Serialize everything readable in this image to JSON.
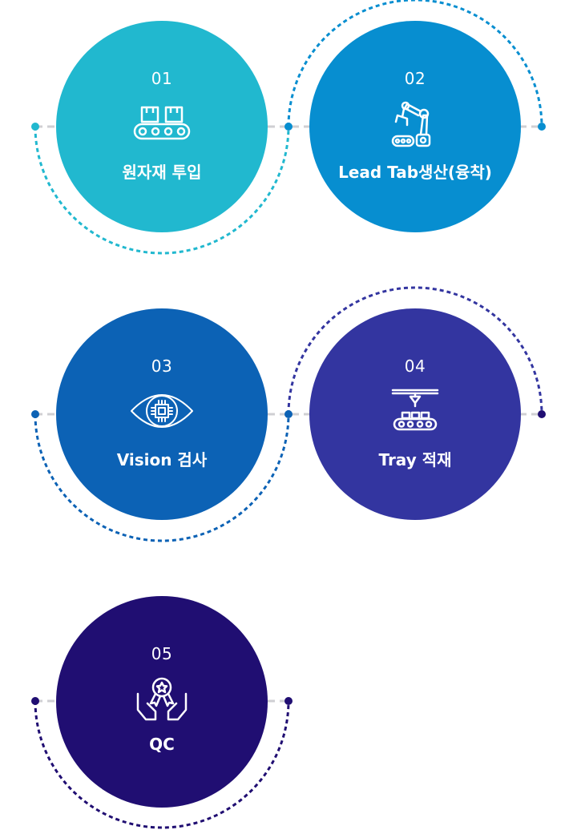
{
  "steps": [
    {
      "num": "01",
      "title": "원자재 투입",
      "color": "#21b8cf",
      "icon": "conveyor-boxes-icon"
    },
    {
      "num": "02",
      "title": "Lead Tab생산(융착)",
      "color": "#078ed0",
      "icon": "robot-arm-icon"
    },
    {
      "num": "03",
      "title": "Vision 검사",
      "color": "#0c62b5",
      "icon": "eye-chip-icon"
    },
    {
      "num": "04",
      "title": "Tray 적재",
      "color": "#3335a0",
      "icon": "dispenser-conveyor-icon"
    },
    {
      "num": "05",
      "title": "QC",
      "color": "#200e72",
      "icon": "hands-medal-icon"
    }
  ]
}
